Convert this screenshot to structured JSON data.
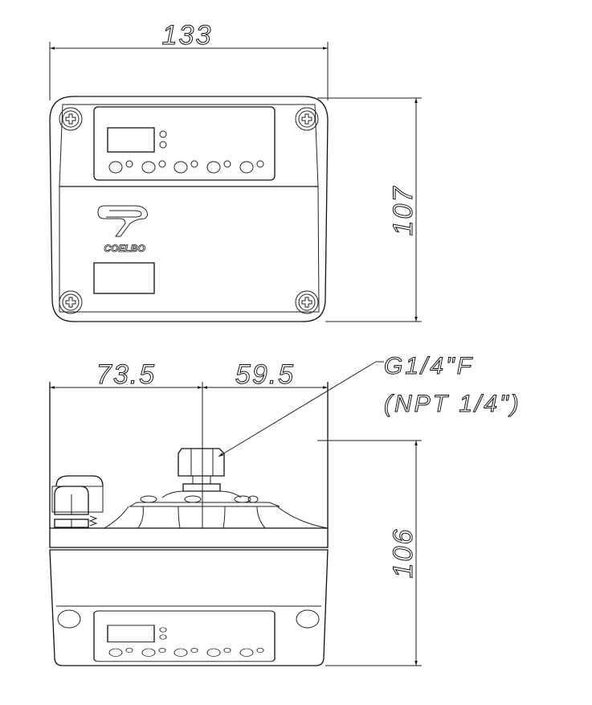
{
  "top_view": {
    "width_dimension": "133",
    "height_dimension": "107",
    "brand": "COELBO"
  },
  "side_view": {
    "left_offset_dimension": "73.5",
    "right_offset_dimension": "59.5",
    "height_dimension": "106",
    "connection_label_line1": "G1/4\"F",
    "connection_label_line2": "(NPT 1/4\")"
  }
}
